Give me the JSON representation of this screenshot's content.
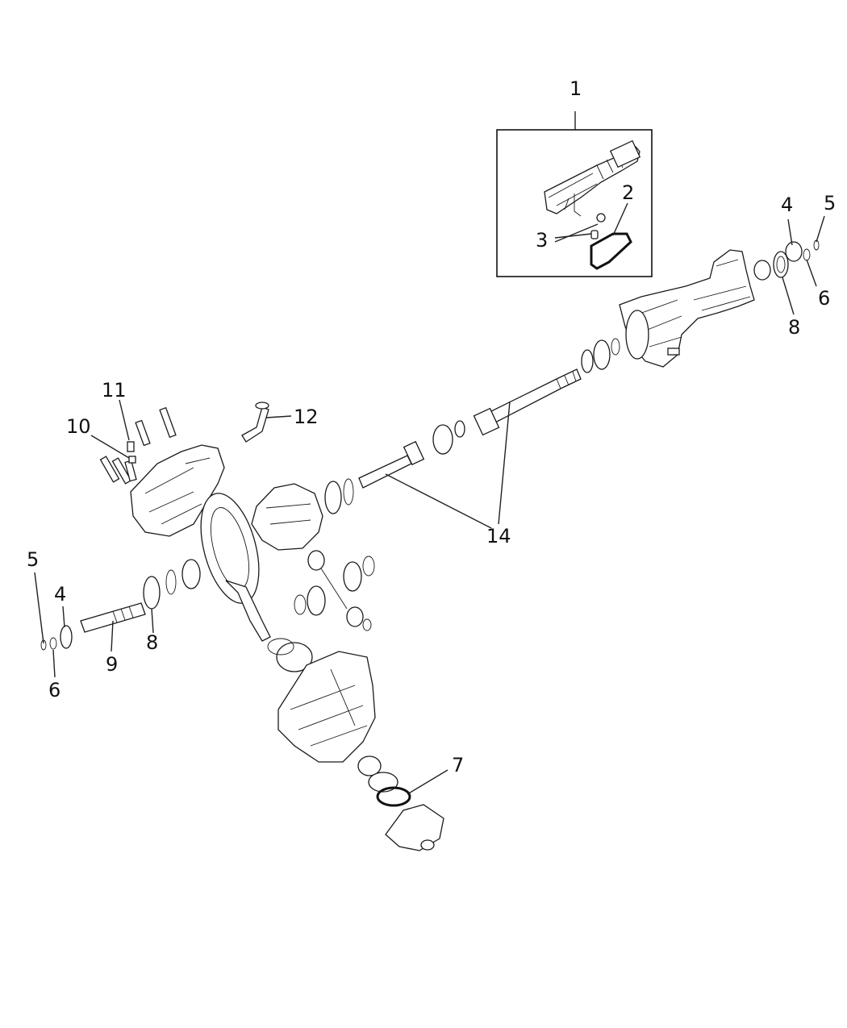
{
  "callouts": {
    "c1": "1",
    "c2": "2",
    "c3": "3",
    "c4_right": "4",
    "c5_right": "5",
    "c6_right": "6",
    "c8_right": "8",
    "c11": "11",
    "c10": "10",
    "c12": "12",
    "c14": "14",
    "c5_left": "5",
    "c4_left": "4",
    "c8_left": "8",
    "c9": "9",
    "c6_left": "6",
    "c7": "7"
  }
}
